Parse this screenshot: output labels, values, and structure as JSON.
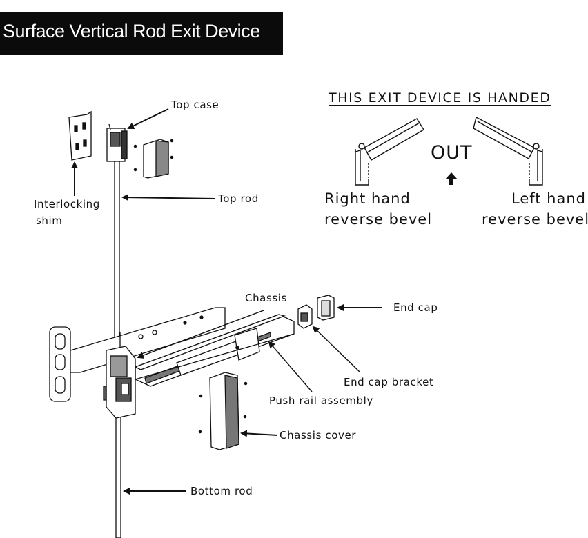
{
  "title": "Surface Vertical Rod Exit Device",
  "handing": {
    "heading": "THIS EXIT DEVICE IS HANDED",
    "direction": "OUT",
    "right_line1": "Right hand",
    "right_line2": "reverse bevel",
    "left_line1": "Left hand",
    "left_line2": "reverse bevel"
  },
  "labels": {
    "top_case": "Top case",
    "top_rod": "Top rod",
    "interlocking_1": "Interlocking",
    "interlocking_2": "shim",
    "chassis": "Chassis",
    "end_cap": "End cap",
    "end_cap_bracket": "End cap bracket",
    "push_rail": "Push rail assembly",
    "chassis_cover": "Chassis cover",
    "bottom_rod": "Bottom rod"
  }
}
